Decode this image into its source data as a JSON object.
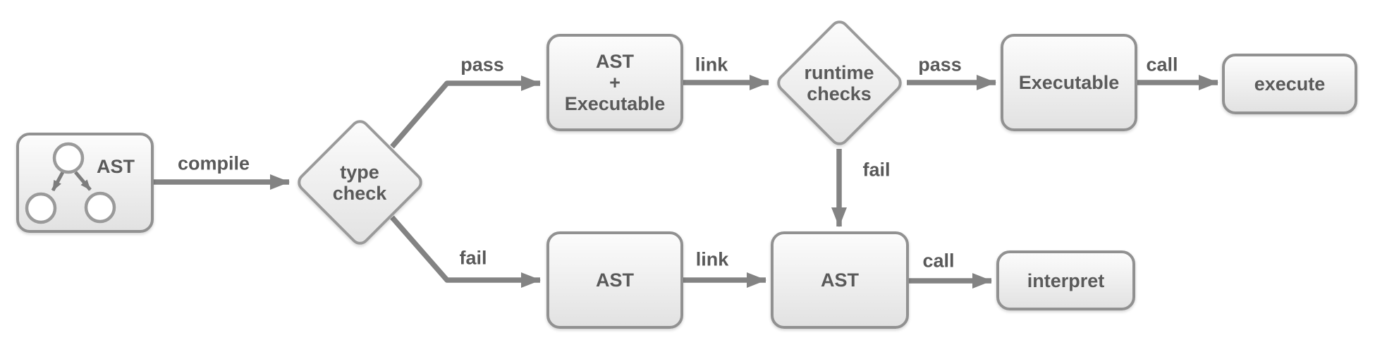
{
  "diagram": {
    "description": "Compilation pipeline flowchart",
    "colors": {
      "background": "#ffffff",
      "node_fill_top": "#fcfcfc",
      "node_fill_bottom": "#e2e2e2",
      "node_border": "#919191",
      "arrow": "#838383",
      "text": "#5a5a5a"
    },
    "nodes": [
      {
        "id": "ast-source",
        "type": "box-with-tree-icon",
        "label": "AST"
      },
      {
        "id": "type-check",
        "type": "diamond",
        "lines": [
          "type",
          "check"
        ]
      },
      {
        "id": "ast-executable",
        "type": "box",
        "lines": [
          "AST",
          "+",
          "Executable"
        ]
      },
      {
        "id": "runtime-checks",
        "type": "diamond",
        "lines": [
          "runtime",
          "checks"
        ]
      },
      {
        "id": "executable",
        "type": "box",
        "label": "Executable"
      },
      {
        "id": "execute",
        "type": "box",
        "label": "execute"
      },
      {
        "id": "ast-fail",
        "type": "box",
        "label": "AST"
      },
      {
        "id": "ast-linked",
        "type": "box",
        "label": "AST"
      },
      {
        "id": "interpret",
        "type": "box",
        "label": "interpret"
      }
    ],
    "edges": [
      {
        "from": "ast-source",
        "to": "type-check",
        "label": "compile"
      },
      {
        "from": "type-check",
        "to": "ast-executable",
        "label": "pass"
      },
      {
        "from": "ast-executable",
        "to": "runtime-checks",
        "label": "link"
      },
      {
        "from": "runtime-checks",
        "to": "executable",
        "label": "pass"
      },
      {
        "from": "executable",
        "to": "execute",
        "label": "call"
      },
      {
        "from": "runtime-checks",
        "to": "ast-linked",
        "label": "fail"
      },
      {
        "from": "type-check",
        "to": "ast-fail",
        "label": "fail"
      },
      {
        "from": "ast-fail",
        "to": "ast-linked",
        "label": "link"
      },
      {
        "from": "ast-linked",
        "to": "interpret",
        "label": "call"
      }
    ]
  }
}
